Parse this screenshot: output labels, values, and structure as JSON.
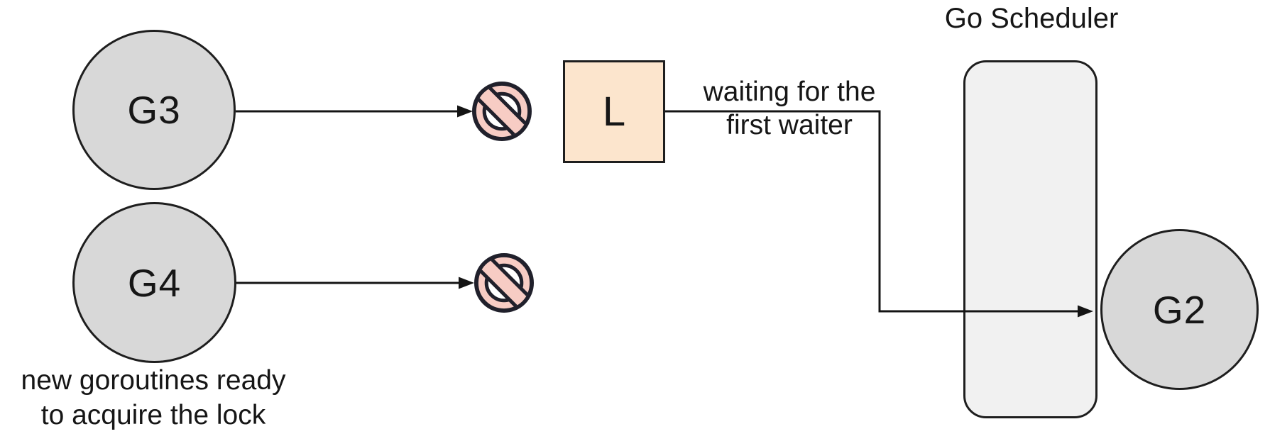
{
  "diagram": {
    "type": "flow-diagram",
    "scheduler": {
      "title": "Go Scheduler"
    },
    "nodes": {
      "g3": {
        "label": "G3",
        "shape": "ellipse"
      },
      "g4": {
        "label": "G4",
        "shape": "ellipse"
      },
      "g2": {
        "label": "G2",
        "shape": "ellipse"
      },
      "lock": {
        "label": "L",
        "shape": "square"
      }
    },
    "annotations": {
      "waiting": "waiting for the\nfirst waiter",
      "ready": "new goroutines ready\nto acquire the lock"
    },
    "icons": {
      "blocked_top": "no-entry-icon",
      "blocked_bottom": "no-entry-icon"
    },
    "colors": {
      "node_fill": "#d8d8d8",
      "node_border": "#1e1e1e",
      "lock_fill": "#fce5cd",
      "scheduler_fill": "#f1f1f1",
      "scheduler_border": "#1e1e1e",
      "blocked_fill": "#f7ccc4",
      "blocked_border": "#20202b",
      "line": "#141414",
      "text": "#161616",
      "background": "#ffffff"
    }
  }
}
